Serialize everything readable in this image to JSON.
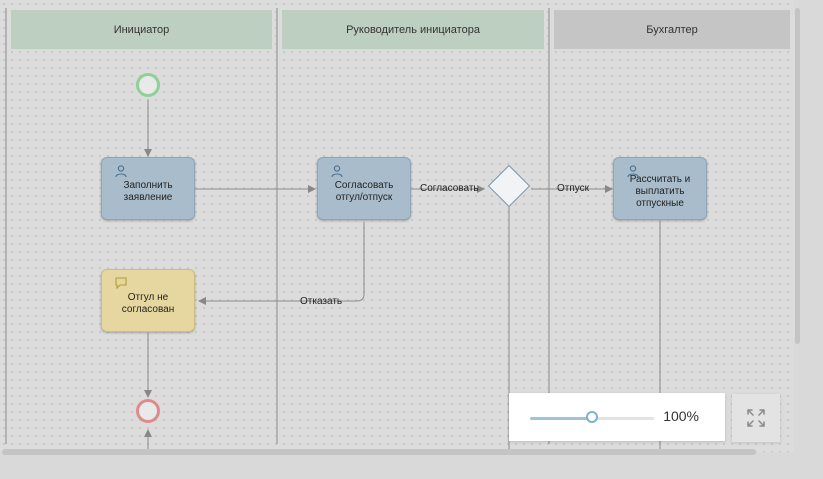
{
  "lanes": [
    {
      "title": "Инициатор",
      "color": "#bdcfc0"
    },
    {
      "title": "Руководитель инициатора",
      "color": "#bdcfc0"
    },
    {
      "title": "Бухгалтер",
      "color": "#c5c5c5"
    }
  ],
  "tasks": {
    "fill_request": "Заполнить заявление",
    "approve_leave": "Согласовать отгул/отпуск",
    "leave_not_approved": "Отгул не согласован",
    "calculate_pay": "Рассчитать и выплатить отпускные"
  },
  "edge_labels": {
    "approve": "Согласовать",
    "vacation": "Отпуск",
    "reject": "Отказать"
  },
  "zoom": {
    "value_label": "100%",
    "level_percent": 100
  },
  "colors": {
    "task_fill": "#a8bccb",
    "note_fill": "#e6d7a0",
    "start_event": "#8fd09a",
    "end_event": "#e08a8a",
    "zoom_accent": "#7fb0cf"
  },
  "icons": {
    "task": "user-icon",
    "note": "comment-icon",
    "fit": "expand-icon"
  }
}
